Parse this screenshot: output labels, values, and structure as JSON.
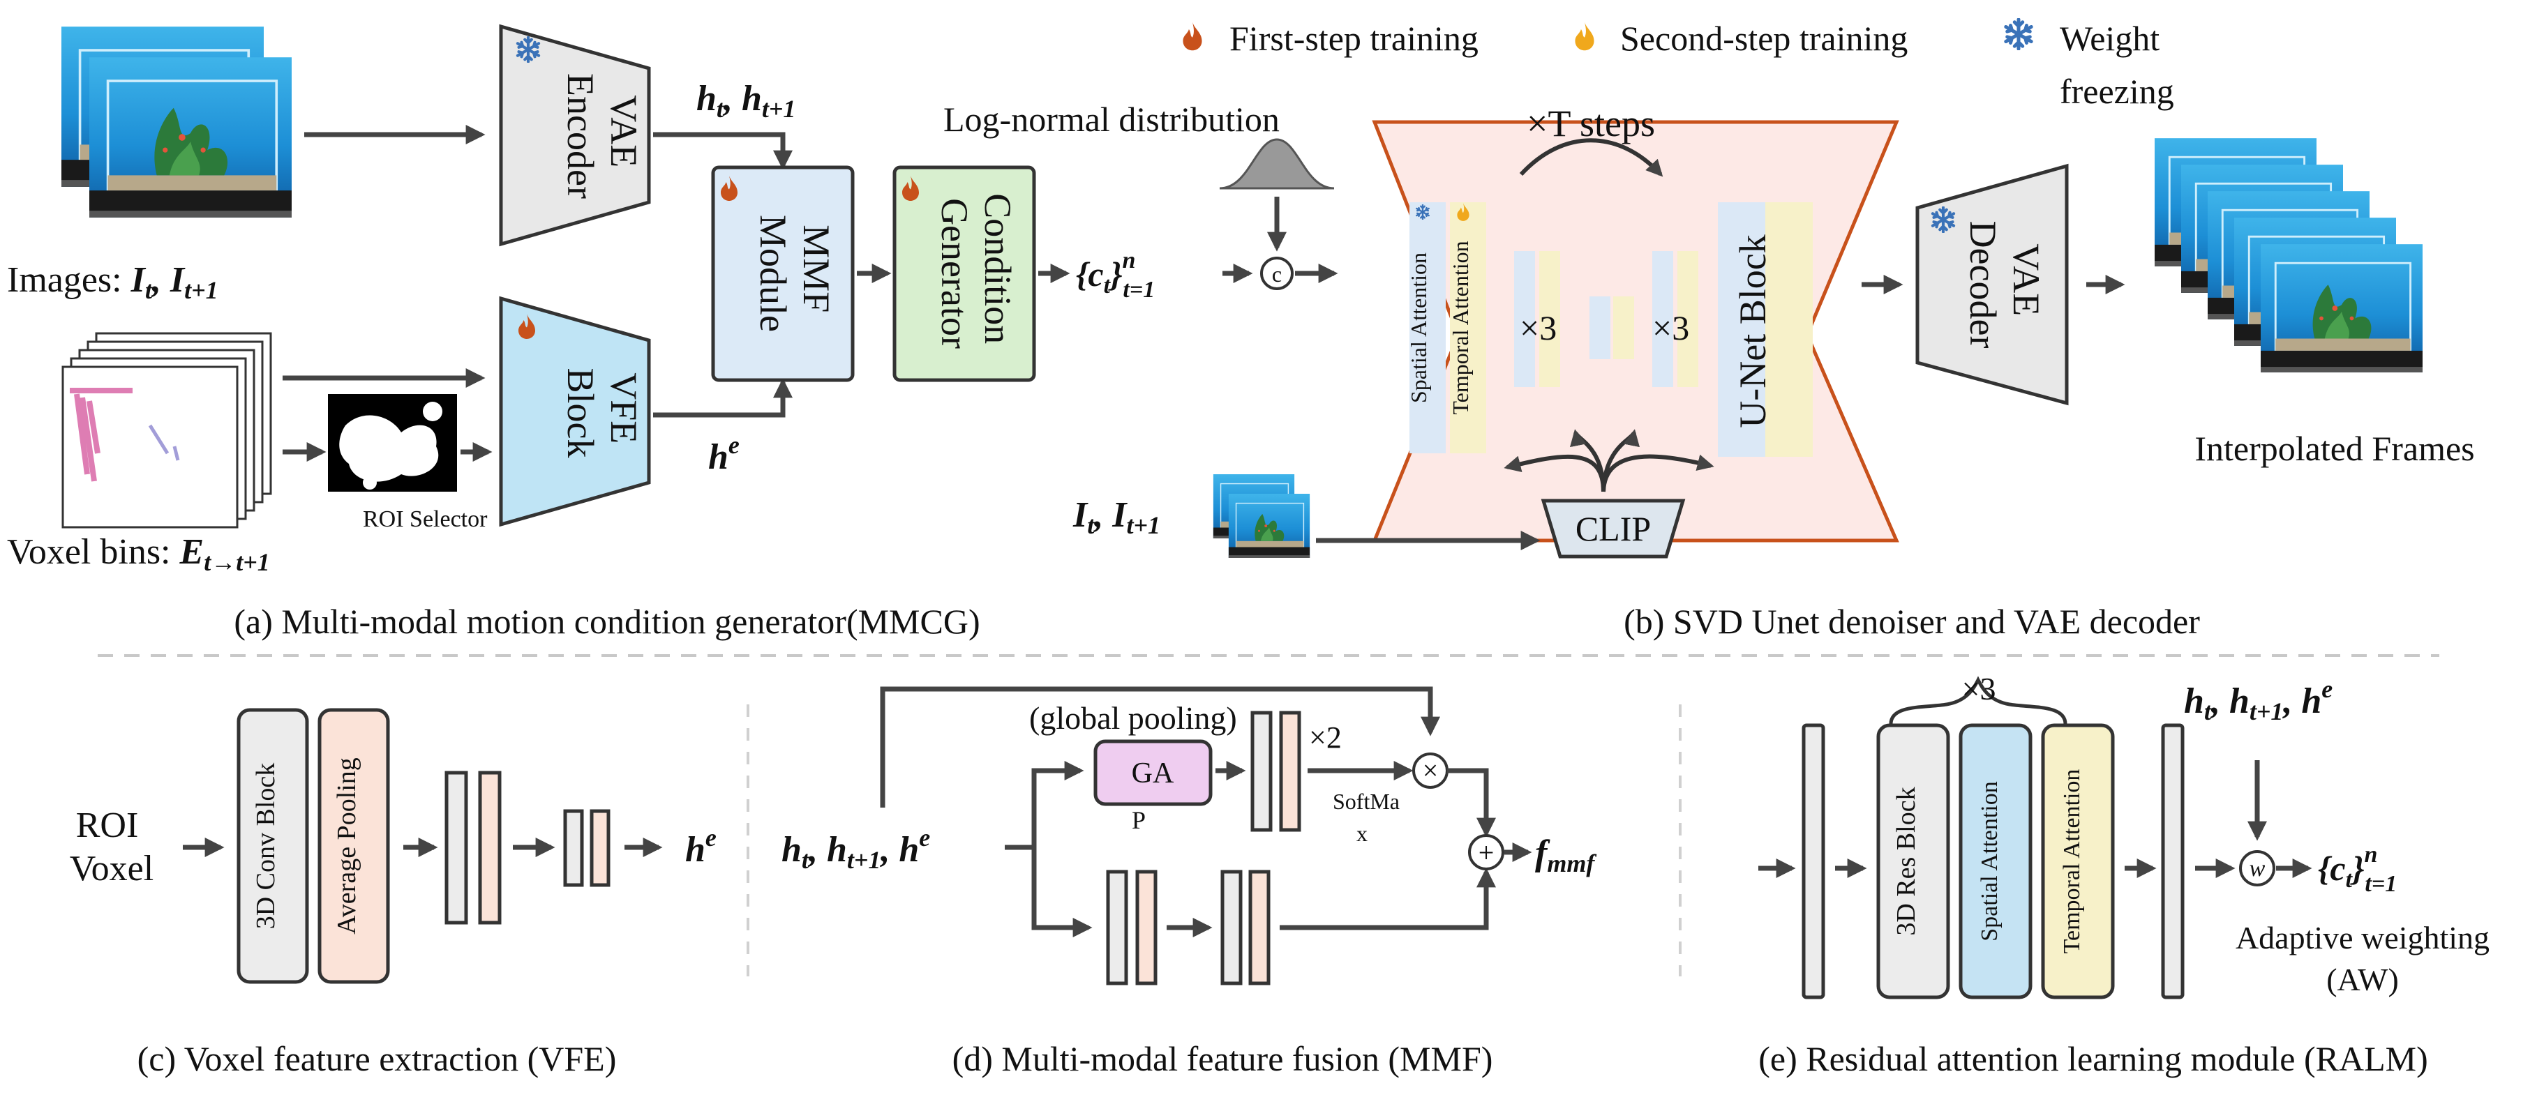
{
  "legend": {
    "first_step": "First-step training",
    "second_step": "Second-step training",
    "freeze_line1": "Weight",
    "freeze_line2": "freezing",
    "first_step_icon": "flame-icon-orange",
    "second_step_icon": "flame-icon-yellow",
    "freeze_icon": "snowflake-icon",
    "colors": {
      "first_step": "#c8511b",
      "second_step": "#f0a81c",
      "freeze": "#3a72b8"
    }
  },
  "mmcg": {
    "images_label": "Images: ",
    "images_math": "I_t, I_{t+1}",
    "voxel_label": "Voxel bins: ",
    "voxel_math": "E_{t→t+1}",
    "roi_selector": "ROI Selector",
    "vae_encoder_l1": "VAE",
    "vae_encoder_l2": "Encoder",
    "vfe_l1": "VFE",
    "vfe_l2": "Block",
    "h_top": "h_t, h_{t+1}",
    "h_e": "h^e",
    "mmf_l1": "MMF",
    "mmf_l2": "Module",
    "cg_l1": "Condition",
    "cg_l2": "Generator",
    "ct_output": "{c_t}_{t=1}^n",
    "lognormal": "Log-normal distribution",
    "concat_symbol": "c",
    "caption": "(a)  Multi-modal motion condition generator(MMCG)"
  },
  "svd": {
    "steps": "×T steps",
    "spatial_attention": "Spatial Attention",
    "temporal_attention": "Temporal Attention",
    "times3_a": "×3",
    "times3_b": "×3",
    "unet_block": "U-Net Block",
    "clip": "CLIP",
    "input_math": "I_t, I_{t+1}",
    "vae_decoder_l1": "VAE",
    "vae_decoder_l2": "Decoder",
    "interpolated": "Interpolated Frames",
    "caption": "(b)  SVD Unet denoiser and VAE decoder"
  },
  "vfe": {
    "input_l1": "ROI",
    "input_l2": "Voxel",
    "conv_block": "3D Conv Block",
    "avg_pool": "Average Pooling",
    "output": "h^e",
    "caption": "(c)  Voxel feature extraction (VFE)"
  },
  "mmf": {
    "input": "h_t, h_{t+1}, h^e",
    "global_pooling": "(global pooling)",
    "gap_l1": "GA",
    "gap_l2": "P",
    "times2": "×2",
    "softmax_l1": "SoftMa",
    "softmax_l2": "x",
    "multiply": "×",
    "plus": "+",
    "output": "f_{mmf}",
    "caption": "(d)  Multi-modal feature fusion (MMF)"
  },
  "ralm": {
    "times3": "×3",
    "res_block": "3D Res Block",
    "spatial_attention": "Spatial Attention",
    "temporal_attention": "Temporal Attention",
    "h_inputs": "h_t, h_{t+1}, h^e",
    "w_symbol": "w",
    "output": "{c_t}_{t=1}^n",
    "aw_l1": "Adaptive weighting",
    "aw_l2": "(AW)",
    "caption": "(e)  Residual attention learning module (RALM)"
  }
}
